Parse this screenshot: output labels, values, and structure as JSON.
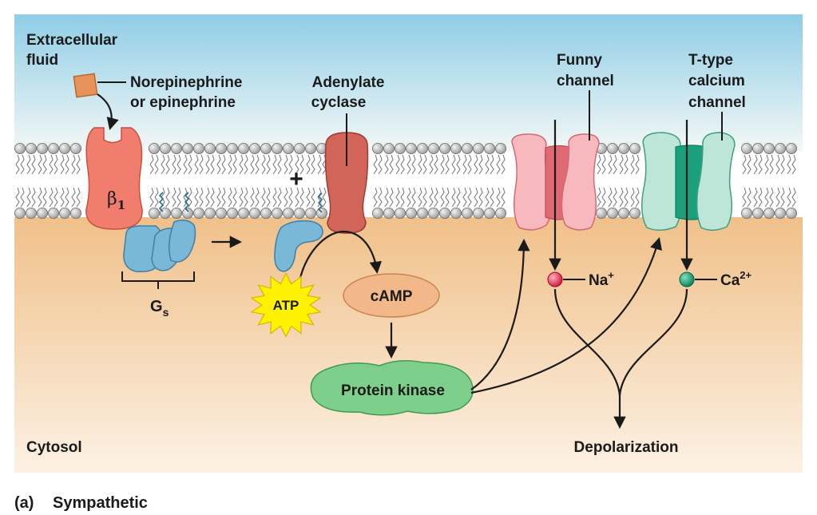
{
  "labels": {
    "extracellular_1": "Extracellular",
    "extracellular_2": "fluid",
    "ligand_1": "Norepinephrine",
    "ligand_2": "or epinephrine",
    "adenylate_1": "Adenylate",
    "adenylate_2": "cyclase",
    "funny_1": "Funny",
    "funny_2": "channel",
    "ttype_1": "T-type",
    "ttype_2": "calcium",
    "ttype_3": "channel",
    "receptor_main": "β",
    "receptor_sub": "1",
    "gs_main": "G",
    "gs_sub": "s",
    "atp": "ATP",
    "camp": "cAMP",
    "plus": "+",
    "protein_kinase": "Protein kinase",
    "na_main": "Na",
    "na_sup": "+",
    "ca_main": "Ca",
    "ca_sup": "2+",
    "depolarization": "Depolarization",
    "cytosol": "Cytosol",
    "panel_letter": "(a)",
    "panel_title": "Sympathetic"
  },
  "colors": {
    "extracellular_top": "#9fd4ea",
    "extracellular_bottom": "#eef6f7",
    "cytosol_top": "#f2c58d",
    "cytosol_bottom": "#fbeede",
    "lipid_head": "#c8c8c8",
    "receptor": "#f07d6e",
    "g_protein": "#7ab8d8",
    "adenylate_cyclase": "#d3645a",
    "funny_channel": "#f7b9bd",
    "ttype_channel": "#bde6d8",
    "ttype_channel_dark": "#1aa07c",
    "camp": "#f2b88a",
    "protein_kinase": "#7fcf8c",
    "atp_burst": "#fff200",
    "na_ion": "#e0264a",
    "ca_ion": "#0f9a6e",
    "ligand": "#e6925a"
  }
}
